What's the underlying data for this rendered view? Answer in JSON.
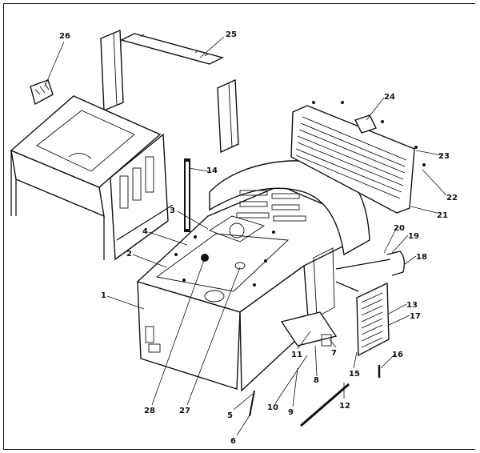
{
  "diagram": {
    "colors": {
      "ink": "#111111",
      "paper": "#ffffff"
    },
    "callouts": [
      {
        "id": "c1",
        "label": "1"
      },
      {
        "id": "c2",
        "label": "2"
      },
      {
        "id": "c3",
        "label": "3"
      },
      {
        "id": "c4",
        "label": "4"
      },
      {
        "id": "c5",
        "label": "5"
      },
      {
        "id": "c6",
        "label": "6"
      },
      {
        "id": "c7",
        "label": "7"
      },
      {
        "id": "c8",
        "label": "8"
      },
      {
        "id": "c9",
        "label": "9"
      },
      {
        "id": "c10",
        "label": "10"
      },
      {
        "id": "c11",
        "label": "11"
      },
      {
        "id": "c12",
        "label": "12"
      },
      {
        "id": "c13",
        "label": "13"
      },
      {
        "id": "c14",
        "label": "14"
      },
      {
        "id": "c15",
        "label": "15"
      },
      {
        "id": "c16",
        "label": "16"
      },
      {
        "id": "c17",
        "label": "17"
      },
      {
        "id": "c18",
        "label": "18"
      },
      {
        "id": "c19",
        "label": "19"
      },
      {
        "id": "c20",
        "label": "20"
      },
      {
        "id": "c21",
        "label": "21"
      },
      {
        "id": "c22",
        "label": "22"
      },
      {
        "id": "c23",
        "label": "23"
      },
      {
        "id": "c24",
        "label": "24"
      },
      {
        "id": "c25",
        "label": "25"
      },
      {
        "id": "c26",
        "label": "26"
      },
      {
        "id": "c27",
        "label": "27"
      },
      {
        "id": "c28",
        "label": "28"
      }
    ]
  }
}
